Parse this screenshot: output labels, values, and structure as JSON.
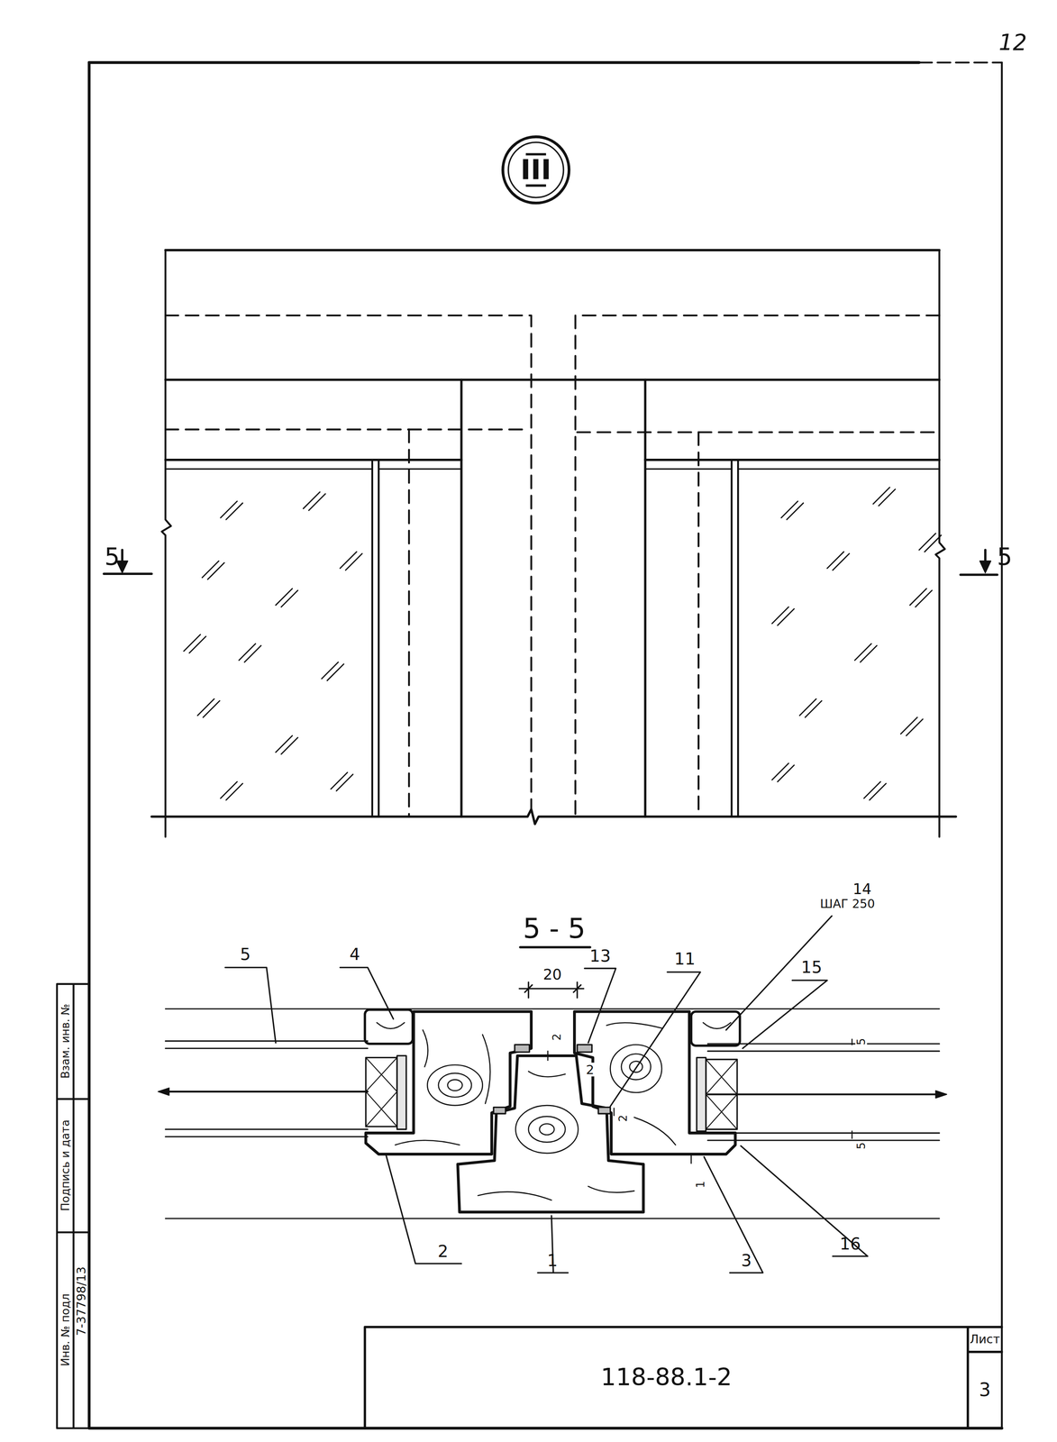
{
  "diagram": {
    "nodes": [
      {
        "text": [
          "III"
        ]
      },
      {
        "text": [
          "Взам. инв. №"
        ]
      },
      {
        "text": [
          "Подпись и дата"
        ]
      },
      {
        "text": [
          "Инв. № подл"
        ]
      },
      {
        "text": [
          "7-37798/13"
        ]
      },
      {
        "text": [
          "118-88.1-2"
        ]
      },
      {
        "text": [
          "Лист"
        ]
      },
      {
        "text": [
          "3"
        ]
      }
    ],
    "labels": [
      "12",
      "5",
      "5",
      "5 - 5",
      "5",
      "4",
      "13",
      "11",
      "14",
      "ШАГ 250",
      "15",
      "2",
      "2",
      "2",
      "20",
      "5",
      "5",
      "1",
      "2",
      "1",
      "3",
      "16"
    ]
  }
}
